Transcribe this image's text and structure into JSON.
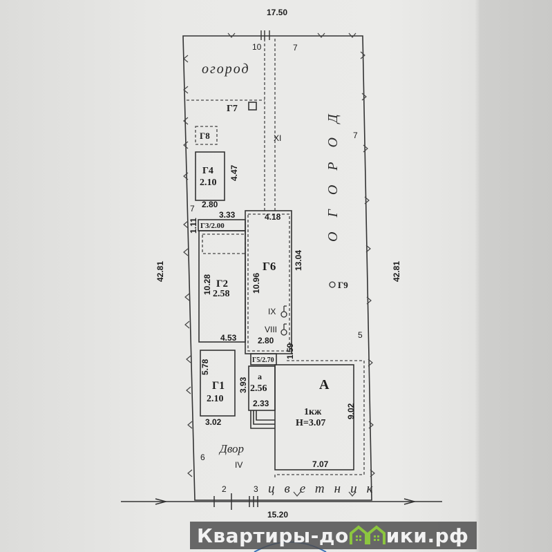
{
  "dimensions": {
    "top": "17.50",
    "bottom": "15.20",
    "left": "42.81",
    "right": "42.81"
  },
  "zones": {
    "garden_top": "огород",
    "garden_right": "О Г О Р О Д",
    "yard": "Двор",
    "flowerbed": "цветник"
  },
  "roman": {
    "xi": "XI",
    "ix": "IX",
    "viii": "VIII",
    "iv": "IV"
  },
  "point_numbers": {
    "p10": "10",
    "p7a": "7",
    "p7b": "7",
    "p7c": "7",
    "p5": "5",
    "p6": "6",
    "p2": "2",
    "p3": "3"
  },
  "buildings": {
    "g7": "Г7",
    "g8": "Г8",
    "g9": "Г9",
    "g4": {
      "label": "Г4",
      "height": "2.10",
      "len": "4.47",
      "width": "2.80"
    },
    "g3": {
      "label": "Г3/2.00",
      "len": "3.33",
      "side": "1.11"
    },
    "g6": {
      "label": "Г6",
      "top": "4.18",
      "right": "13.04",
      "left": "10.96",
      "bottom": "2.80",
      "side": "1.59"
    },
    "g2": {
      "label": "Г2",
      "height": "2.58",
      "len": "10.28",
      "bottom": "4.53"
    },
    "g5": {
      "label": "Г5/2.70"
    },
    "a": {
      "label": "А",
      "floors": "1кж",
      "height": "Н=3.07",
      "right": "9.02",
      "bottom": "7.07"
    },
    "annex": {
      "label": "а",
      "height": "2.56",
      "bottom": "2.33",
      "side": "3.93"
    },
    "g1": {
      "label": "Г1",
      "height": "2.10",
      "len": "5.78",
      "bottom": "3.02"
    }
  },
  "watermark": {
    "text_before": "Квартиры-до",
    "text_after": "ики.рф",
    "full": "Квартиры-домики.рф"
  },
  "colors": {
    "logo": "#8cc63f",
    "watermark_bg": "#505050",
    "stamp": "#3a6fb5"
  }
}
